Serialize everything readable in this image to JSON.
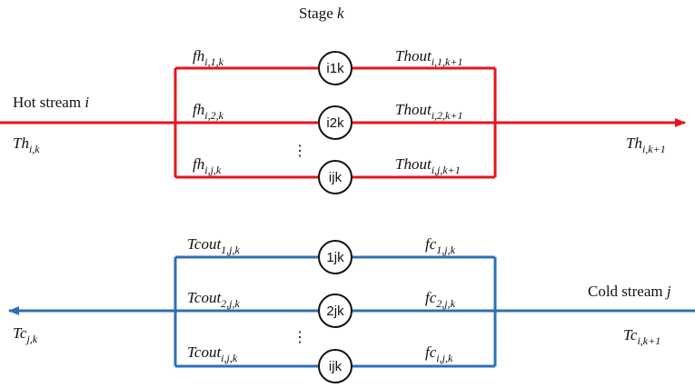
{
  "colors": {
    "hot": "#e8141c",
    "cold": "#2e6fb7",
    "node_stroke": "#111111",
    "text": "#111111"
  },
  "stage": {
    "label": "Stage ",
    "var": "k"
  },
  "hot": {
    "stream_label": "Hot stream ",
    "stream_var": "i",
    "in_temp": {
      "base": "Th",
      "sub": "i,k"
    },
    "out_temp": {
      "base": "Th",
      "sub": "i,k+1"
    },
    "branches": [
      {
        "node": "i1k",
        "flow": {
          "base": "fh",
          "sub": "i,1,k"
        },
        "out": {
          "base": "Thout",
          "sub": "i,1,k+1"
        }
      },
      {
        "node": "i2k",
        "flow": {
          "base": "fh",
          "sub": "i,2,k"
        },
        "out": {
          "base": "Thout",
          "sub": "i,2,k+1"
        }
      },
      {
        "node": "ijk",
        "flow": {
          "base": "fh",
          "sub": "i,j,k"
        },
        "out": {
          "base": "Thout",
          "sub": "i,j,k+1"
        }
      }
    ],
    "ellipsis": "⋮"
  },
  "cold": {
    "stream_label": "Cold stream ",
    "stream_var": "j",
    "in_temp": {
      "base": "Tc",
      "sub": "i,k+1"
    },
    "out_temp": {
      "base": "Tc",
      "sub": "j,k"
    },
    "branches": [
      {
        "node": "1jk",
        "out": {
          "base": "Tcout",
          "sub": "1,j,k"
        },
        "flow": {
          "base": "fc",
          "sub": "1,j,k"
        }
      },
      {
        "node": "2jk",
        "out": {
          "base": "Tcout",
          "sub": "2,j,k"
        },
        "flow": {
          "base": "fc",
          "sub": "2,j,k"
        }
      },
      {
        "node": "ijk",
        "out": {
          "base": "Tcout",
          "sub": "i,j,k"
        },
        "flow": {
          "base": "fc",
          "sub": "i,j,k"
        }
      }
    ],
    "ellipsis": "⋮"
  }
}
